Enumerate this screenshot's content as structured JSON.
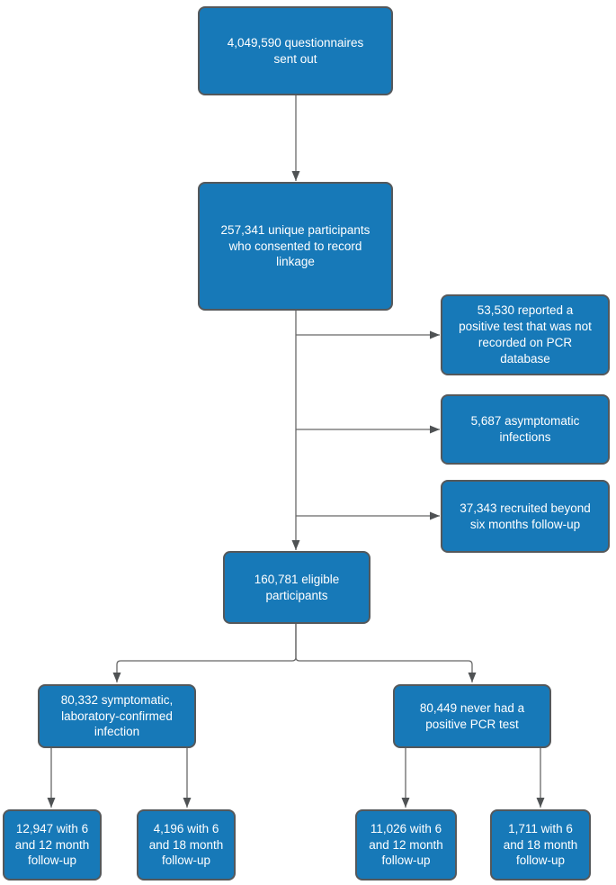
{
  "diagram": {
    "type": "flowchart",
    "colors": {
      "node_fill": "#1779b8",
      "node_border": "#54585b",
      "connector": "#686868",
      "arrowhead": "#4f5254",
      "node_text": "#ffffff",
      "background": "#ffffff"
    },
    "nodes": [
      {
        "id": "questionnaires-sent",
        "label": "4,049,590 questionnaires\nsent out"
      },
      {
        "id": "consented-participants",
        "label": "257,341 unique participants\nwho consented to record\nlinkage"
      },
      {
        "id": "positive-test-not-recorded",
        "label": "53,530 reported a\npositive test that was not\nrecorded on PCR\ndatabase"
      },
      {
        "id": "asymptomatic-infections",
        "label": "5,687 asymptomatic\ninfections"
      },
      {
        "id": "recruited-beyond-six-months",
        "label": "37,343 recruited beyond\nsix months follow-up"
      },
      {
        "id": "eligible-participants",
        "label": "160,781 eligible\nparticipants"
      },
      {
        "id": "symptomatic-confirmed-infection",
        "label": "80,332 symptomatic,\nlaboratory-confirmed\ninfection"
      },
      {
        "id": "never-positive-pcr",
        "label": "80,449 never had a\npositive PCR test"
      },
      {
        "id": "symptomatic-6-12-followup",
        "label": "12,947 with 6\nand 12 month\nfollow-up"
      },
      {
        "id": "symptomatic-6-18-followup",
        "label": "4,196 with 6\nand 18 month\nfollow-up"
      },
      {
        "id": "control-6-12-followup",
        "label": "11,026 with 6\nand 12 month\nfollow-up"
      },
      {
        "id": "control-6-18-followup",
        "label": "1,711 with 6\nand 18 month\nfollow-up"
      }
    ],
    "edges": [
      {
        "from": "questionnaires-sent",
        "to": "consented-participants"
      },
      {
        "from": "consented-participants",
        "to": "positive-test-not-recorded"
      },
      {
        "from": "consented-participants",
        "to": "asymptomatic-infections"
      },
      {
        "from": "consented-participants",
        "to": "recruited-beyond-six-months"
      },
      {
        "from": "consented-participants",
        "to": "eligible-participants"
      },
      {
        "from": "eligible-participants",
        "to": "symptomatic-confirmed-infection"
      },
      {
        "from": "eligible-participants",
        "to": "never-positive-pcr"
      },
      {
        "from": "symptomatic-confirmed-infection",
        "to": "symptomatic-6-12-followup"
      },
      {
        "from": "symptomatic-confirmed-infection",
        "to": "symptomatic-6-18-followup"
      },
      {
        "from": "never-positive-pcr",
        "to": "control-6-12-followup"
      },
      {
        "from": "never-positive-pcr",
        "to": "control-6-18-followup"
      }
    ]
  }
}
